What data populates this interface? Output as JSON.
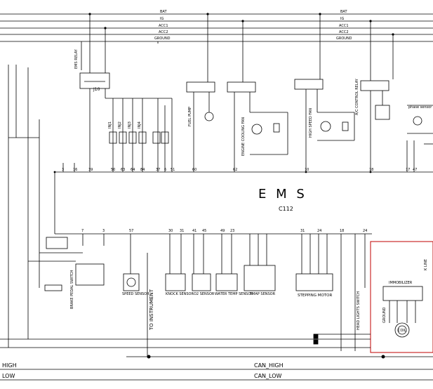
{
  "bus": {
    "bat": "BAT",
    "ig": "IG",
    "acc1": "ACC1",
    "acc2": "ACC2",
    "ground": "GROUND"
  },
  "title": {
    "ems": "E M S",
    "code": "C112"
  },
  "relays": {
    "ems_relay": "EMS RELAY",
    "fuel_pump_relay": "FUEL PUMP",
    "engine_cooling_fan": "ENGINE COOLING FAN",
    "high_speed_fan": "HIGH SPEED FAN",
    "ac_control_relay": "A/C CONTROL RELAY"
  },
  "connectors": {
    "j10": "J10",
    "injectors": [
      "INJ1",
      "INJ2",
      "INJ3",
      "INJ4"
    ]
  },
  "ems_pins_top": [
    "3",
    "16",
    "39",
    "50",
    "63",
    "64",
    "84",
    "37",
    "6",
    "51",
    "60",
    "62",
    "10",
    "18",
    "17",
    "47"
  ],
  "ems_pins_bottom": [
    "7",
    "3",
    "57",
    "30",
    "31",
    "41",
    "45",
    "49",
    "23",
    "31",
    "24",
    "18",
    "24"
  ],
  "components": {
    "brake_pedal_switch": "BRAKE PEDAL SWITCH",
    "speed_sensor": "SPEED SENSOR",
    "to_instrument": "TO INSTRUMENT",
    "knock_sensor": "KNOCK SENSOR",
    "o2_sensor": "O2 SENSOR",
    "water_temp_sensor": "WATER TEMP SENSOR",
    "tmap_sensor": "TMAP SENSOR",
    "stepping_motor": "STEPPING MOTOR",
    "head_lights_switch": "HEAD LIGHTS SWITCH",
    "immobilizer": "IMMOBILIZER",
    "coil": "COIL",
    "k_line": "K LINE",
    "ground": "GROUND",
    "phase_sensor": "phase sensor"
  },
  "can": {
    "high_left": "HIGH",
    "low_left": "LOW",
    "high_right": "CAN_HIGH",
    "low_right": "CAN_LOW"
  }
}
